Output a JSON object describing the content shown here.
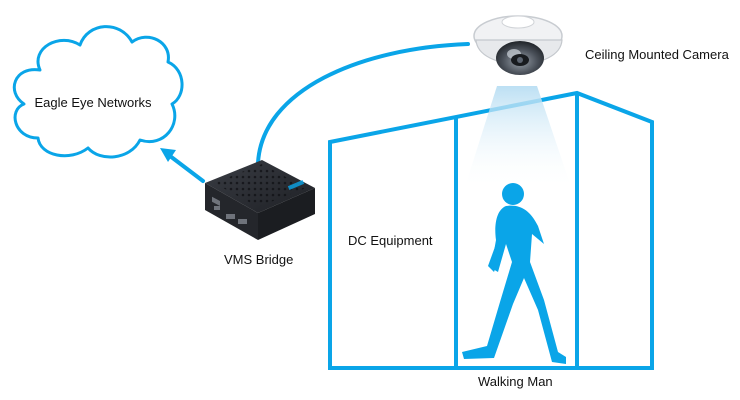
{
  "labels": {
    "cloud": "Eagle Eye Networks",
    "camera": "Ceiling Mounted Camera",
    "dc_equipment": "DC Equipment",
    "vms_bridge": "VMS Bridge",
    "walking_man": "Walking Man"
  },
  "colors": {
    "accent": "#0aa5e8",
    "light_beam": "#cde8f6",
    "device_dark": "#2b2d33",
    "text": "#111111"
  },
  "icons": {
    "cloud": "cloud-icon",
    "camera": "dome-camera-icon",
    "bridge": "vms-bridge-box-icon",
    "person": "walking-person-icon",
    "arrow": "arrow-up-left-icon"
  }
}
